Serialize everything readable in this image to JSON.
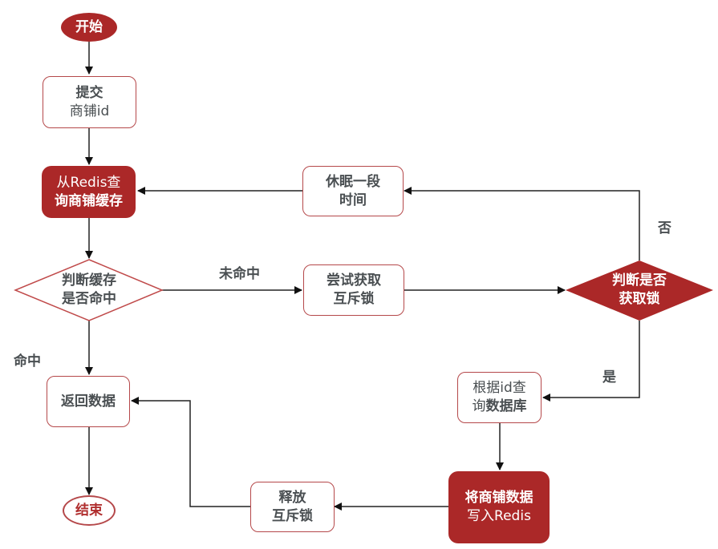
{
  "diagram": {
    "colors": {
      "accent": "#ab2828",
      "border": "#b5484a",
      "text": "#4a4f52",
      "line": "#222222"
    },
    "nodes": {
      "start": {
        "label": "开始"
      },
      "submit": {
        "line1": "提交",
        "line2": "商铺id"
      },
      "query_cache": {
        "line1": "从Redis查",
        "line2": "询商铺缓存"
      },
      "check_hit": {
        "line1": "判断缓存",
        "line2": "是否命中"
      },
      "try_lock": {
        "line1": "尝试获取",
        "line2": "互斥锁"
      },
      "sleep": {
        "line1": "休眠一段",
        "line2": "时间"
      },
      "check_lock": {
        "line1": "判断是否",
        "line2": "获取锁"
      },
      "query_db": {
        "line1": "根据id查",
        "line2_prefix": "询",
        "line2_bold": "数据库"
      },
      "write_redis": {
        "line1": "将商铺数据",
        "line2": "写入Redis"
      },
      "release_lock": {
        "line1": "释放",
        "line2": "互斥锁"
      },
      "return_data": {
        "label": "返回数据"
      },
      "end": {
        "label": "结束"
      }
    },
    "edge_labels": {
      "miss": "未命中",
      "hit": "命中",
      "no": "否",
      "yes": "是"
    }
  }
}
